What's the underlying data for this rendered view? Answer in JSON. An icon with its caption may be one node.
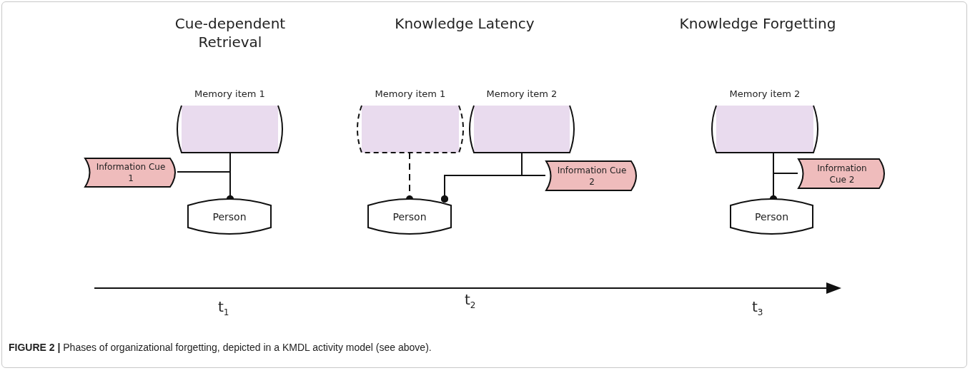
{
  "diagram": {
    "caption": "**FIGURE 2 |** Phases of organizational forgetting, depicted in a KMDL activity model (see above).",
    "nodes": [
      {
        "text": [
          "Memory item 1"
        ]
      },
      {
        "text": [
          "Information Cue 1"
        ]
      },
      {
        "text": [
          "Person"
        ]
      },
      {
        "text": [
          "Memory item 1"
        ]
      },
      {
        "text": [
          "Memory item 2"
        ]
      },
      {
        "text": [
          "Person"
        ]
      },
      {
        "text": [
          "Information Cue 2"
        ]
      },
      {
        "text": [
          "Memory item 2"
        ]
      },
      {
        "text": [
          "Information Cue 2"
        ]
      },
      {
        "text": [
          "Person"
        ]
      }
    ],
    "edges": [
      {
        "from": 0,
        "to": 2,
        "arrow": "other"
      },
      {
        "from": 1,
        "to": 2,
        "arrow": "other"
      },
      {
        "from": 3,
        "to": 5,
        "arrow": "other",
        "style": "dashed"
      },
      {
        "from": 4,
        "to": 5,
        "arrow": "other"
      },
      {
        "from": 6,
        "to": 5,
        "arrow": "other"
      },
      {
        "from": 7,
        "to": 9,
        "arrow": "other"
      },
      {
        "from": 8,
        "to": 9,
        "arrow": "other"
      }
    ],
    "labels": [
      "Cue-dependent Retrieval",
      "Knowledge Latency",
      "Knowledge Forgetting",
      "t$_{1}$",
      "t$_{2}$",
      "t$_{3}$"
    ]
  }
}
